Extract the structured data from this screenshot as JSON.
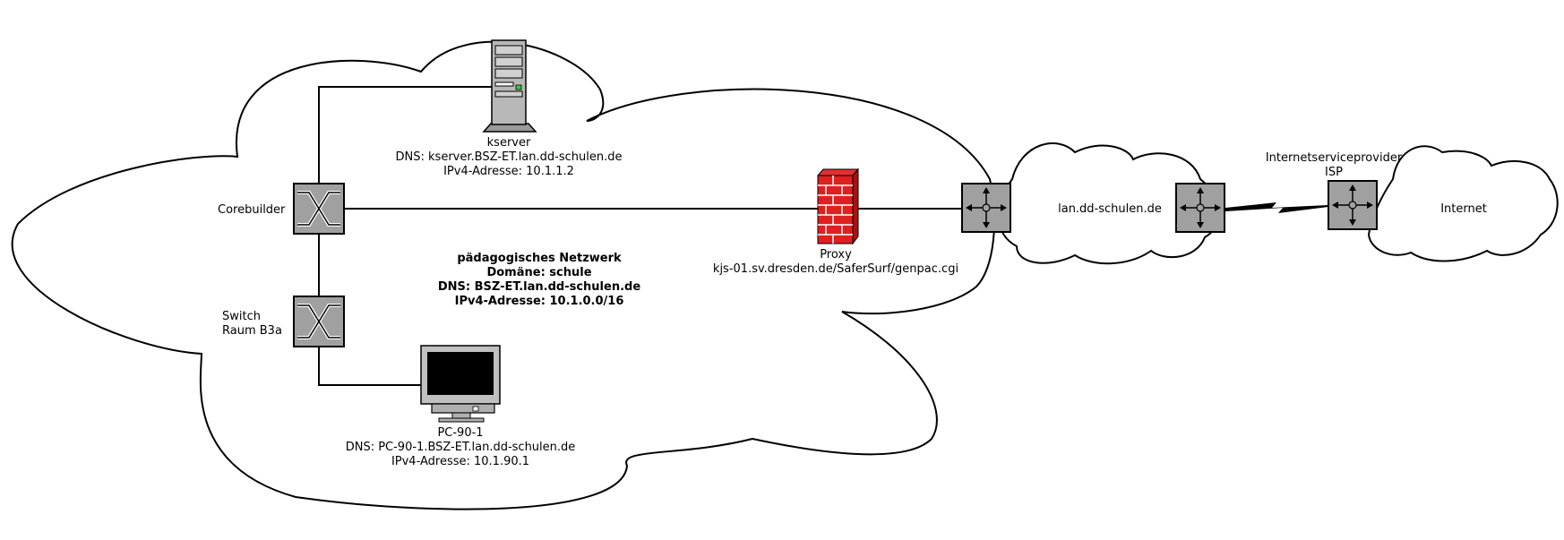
{
  "network": {
    "title": "pädagogisches Netzwerk",
    "domain": "Domäne: schule",
    "dns": "DNS: BSZ-ET.lan.dd-schulen.de",
    "ipv4": "IPv4-Adresse: 10.1.0.0/16"
  },
  "kserver": {
    "name": "kserver",
    "dns": "DNS: kserver.BSZ-ET.lan.dd-schulen.de",
    "ipv4": "IPv4-Adresse: 10.1.1.2"
  },
  "corebuilder": {
    "label": "Corebuilder"
  },
  "switch": {
    "label_line1": "Switch",
    "label_line2": "Raum B3a"
  },
  "pc": {
    "name": "PC-90-1",
    "dns": "DNS: PC-90-1.BSZ-ET.lan.dd-schulen.de",
    "ipv4": "IPv4-Adresse: 10.1.90.1"
  },
  "proxy": {
    "name": "Proxy",
    "url": "kjs-01.sv.dresden.de/SaferSurf/genpac.cgi"
  },
  "lan_cloud": {
    "label": "lan.dd-schulen.de"
  },
  "isp": {
    "label_line1": "Internetserviceprovider",
    "label_line2": "ISP"
  },
  "internet_cloud": {
    "label": "Internet"
  }
}
